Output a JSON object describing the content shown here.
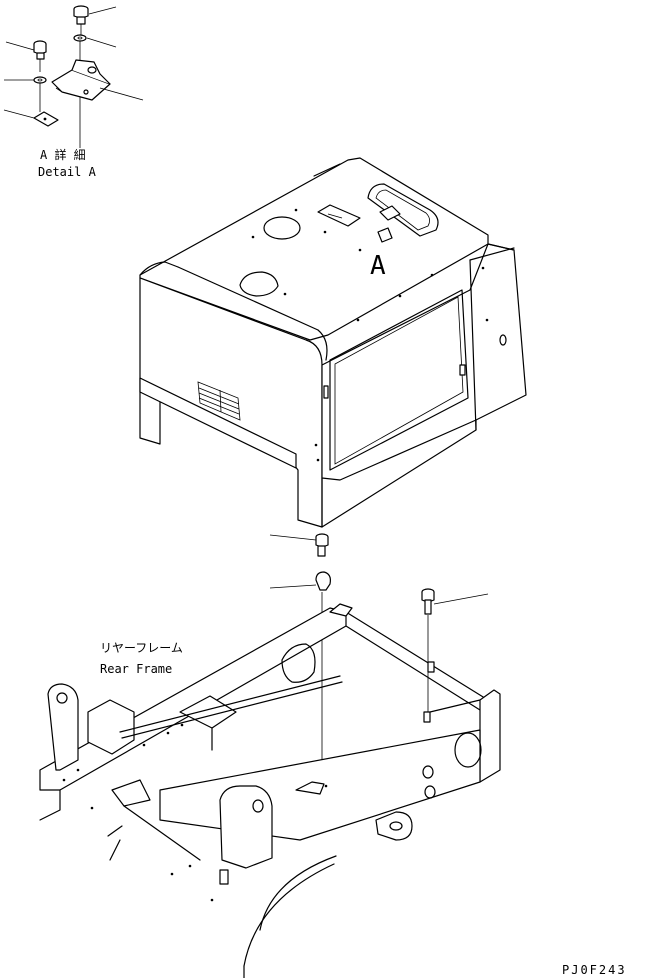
{
  "detail_label": {
    "jp": "A 詳 細",
    "en": "Detail A"
  },
  "view_marker": "A",
  "frame_label": {
    "jp": "リヤーフレーム",
    "en": "Rear Frame"
  },
  "drawing_code": "PJ0F243"
}
